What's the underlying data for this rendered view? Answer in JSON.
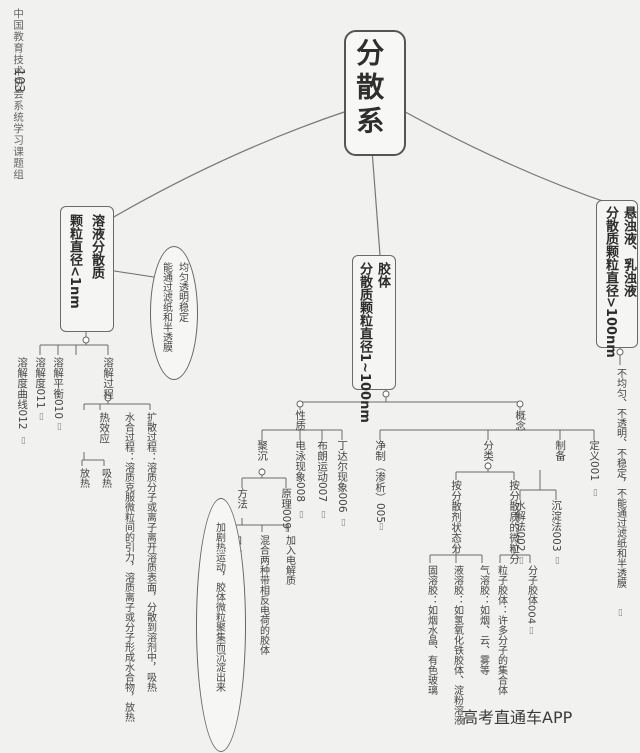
{
  "header": {
    "vertical_caption": "中国教育技术协会系统学习课题组",
    "number": "103"
  },
  "root": {
    "title": "分散系"
  },
  "branch_right": {
    "line1": "悬浊液、乳浊液",
    "line2": "分散质颗粒直径>100nm",
    "leaf": "不均匀、不透明、不稳定，不能通过滤纸和半透膜"
  },
  "branch_middle": {
    "line1": "胶体",
    "line2": "分散质颗粒直径1~100nm",
    "concept": {
      "label": "概念",
      "definition": "定义001",
      "preparation": {
        "label": "制备",
        "items": [
          "水解法002",
          "沉淀法003"
        ]
      },
      "classification": {
        "label": "分类",
        "by_particle": {
          "label": "按分散质的微粒分",
          "items": [
            "粒子胶体：许多分子的集合体",
            "分子胶体004"
          ]
        },
        "by_state": {
          "label": "按分散剂状态分",
          "items": [
            "气溶胶：如烟、云、雾等",
            "液溶胶：如氢氧化铁胶体、淀粉溶液",
            "固溶胶：如烟水晶、有色玻璃"
          ]
        }
      },
      "purification": "净制（渗析）005"
    },
    "properties": {
      "label": "性质",
      "items": [
        "丁达尔现象006",
        "布朗运动007",
        "电泳现象008"
      ],
      "coagulation": {
        "label": "聚沉",
        "definition": "原理009",
        "methods": {
          "label": "方法",
          "items": [
            "加入电解质",
            "混合两种带相反电荷的胶体",
            "加热"
          ]
        },
        "heating_bubble": "加剧热运动，胶体微粒聚集而沉淀出来"
      }
    }
  },
  "branch_left": {
    "line1": "溶液分散质",
    "line2": "颗粒直径<1nm",
    "bubble": [
      "均匀透明稳定",
      "能通过滤纸和半透膜"
    ],
    "items": [
      "溶解平衡010",
      "溶解度011",
      "溶解度曲线012"
    ],
    "process": {
      "label": "溶解过程",
      "diffusion": "扩散过程：溶质分子或离子离开溶质表面，分散到溶剂中，吸热",
      "hydration": "水合过程：溶质克服微粒间的引力，溶质离子或分子形成水合物，放热",
      "heat_effect": {
        "label": "热效应",
        "values": [
          "吸热",
          "放热"
        ]
      }
    }
  },
  "icons": {
    "note": "note-icon",
    "expand": "expand-dot-icon"
  },
  "watermark": "高考直通车APP"
}
